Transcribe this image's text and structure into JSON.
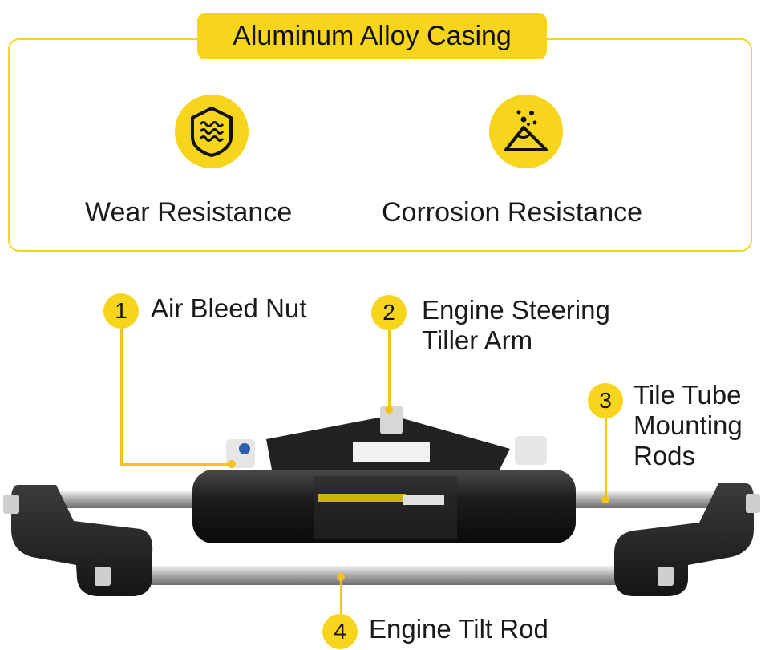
{
  "header": {
    "title": "Aluminum Alloy Casing"
  },
  "features": [
    {
      "label": "Wear Resistance",
      "icon": "wave-shield-icon"
    },
    {
      "label": "Corrosion Resistance",
      "icon": "corrosion-pile-icon"
    }
  ],
  "callouts": [
    {
      "number": "1",
      "line1": "Air Bleed Nut",
      "line2": ""
    },
    {
      "number": "2",
      "line1": "Engine Steering",
      "line2": "Tiller Arm"
    },
    {
      "number": "3",
      "line1": "Tile Tube",
      "line2": "Mounting",
      "line3": "Rods"
    },
    {
      "number": "4",
      "line1": "Engine Tilt Rod",
      "line2": ""
    }
  ],
  "colors": {
    "accent": "#f7d51d",
    "leader": "#f3c31b",
    "metal_dark": "#1e1e1e"
  }
}
